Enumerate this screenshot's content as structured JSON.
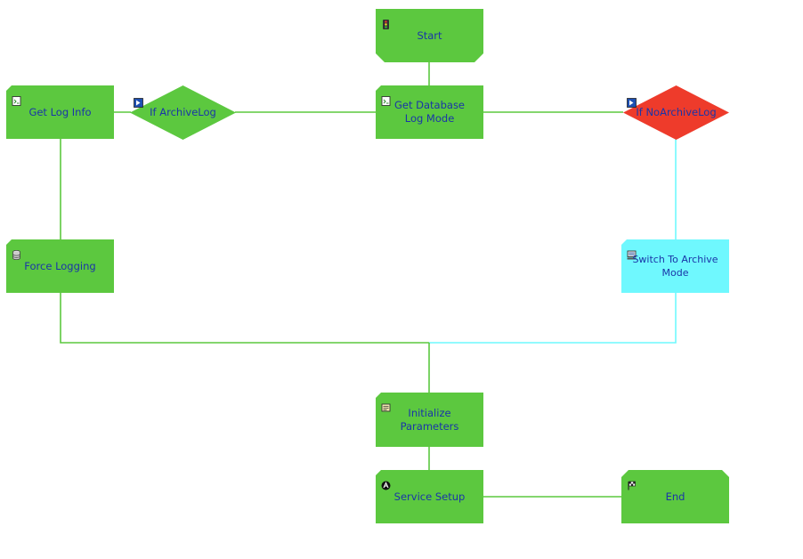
{
  "colors": {
    "green": "#5cc83f",
    "red": "#ee3b2b",
    "cyan": "#6ff8fe",
    "line_green": "#5cc83f",
    "line_cyan": "#6ff8fe",
    "label": "#1a35a8"
  },
  "nodes": [
    {
      "id": "start",
      "label": "Start",
      "shape": "hex",
      "fill": "green",
      "icon": "traffic-light-icon"
    },
    {
      "id": "get-log-info",
      "label": "Get Log Info",
      "shape": "tab",
      "fill": "green",
      "icon": "script-icon"
    },
    {
      "id": "if-archivelog",
      "label": "If ArchiveLog",
      "shape": "diamond",
      "fill": "green",
      "icon": "decision-icon"
    },
    {
      "id": "get-db-log-mode",
      "label": "Get Database Log Mode",
      "shape": "tab",
      "fill": "green",
      "icon": "script-icon"
    },
    {
      "id": "if-noarchivelog",
      "label": "If NoArchiveLog",
      "shape": "diamond",
      "fill": "red",
      "icon": "decision-icon"
    },
    {
      "id": "force-logging",
      "label": "Force Logging",
      "shape": "tab",
      "fill": "green",
      "icon": "database-icon"
    },
    {
      "id": "switch-archive",
      "label": "Switch To Archive Mode",
      "shape": "tab",
      "fill": "cyan",
      "icon": "monitor-icon"
    },
    {
      "id": "init-params",
      "label": "Initialize Parameters",
      "shape": "tab",
      "fill": "green",
      "icon": "parameters-icon"
    },
    {
      "id": "service-setup",
      "label": "Service Setup",
      "shape": "tab",
      "fill": "green",
      "icon": "service-icon"
    },
    {
      "id": "end",
      "label": "End",
      "shape": "endtab",
      "fill": "green",
      "icon": "flag-icon"
    }
  ]
}
